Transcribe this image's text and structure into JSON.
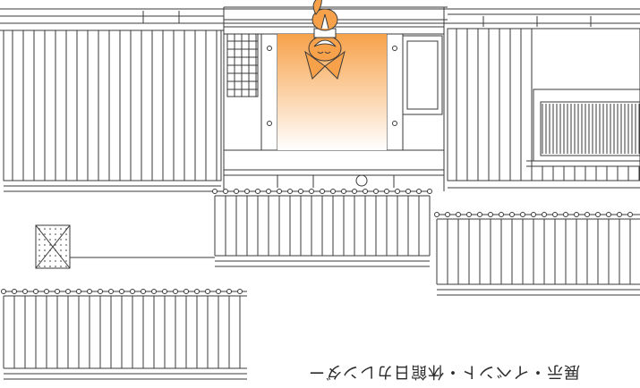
{
  "illustration": {
    "caption": "展示・イベント・休館日カレンダー",
    "caption_orientation": "upside-down",
    "mascot": "fox-character",
    "accent_color": "#f7a24a",
    "line_color": "#3a3a3a"
  }
}
